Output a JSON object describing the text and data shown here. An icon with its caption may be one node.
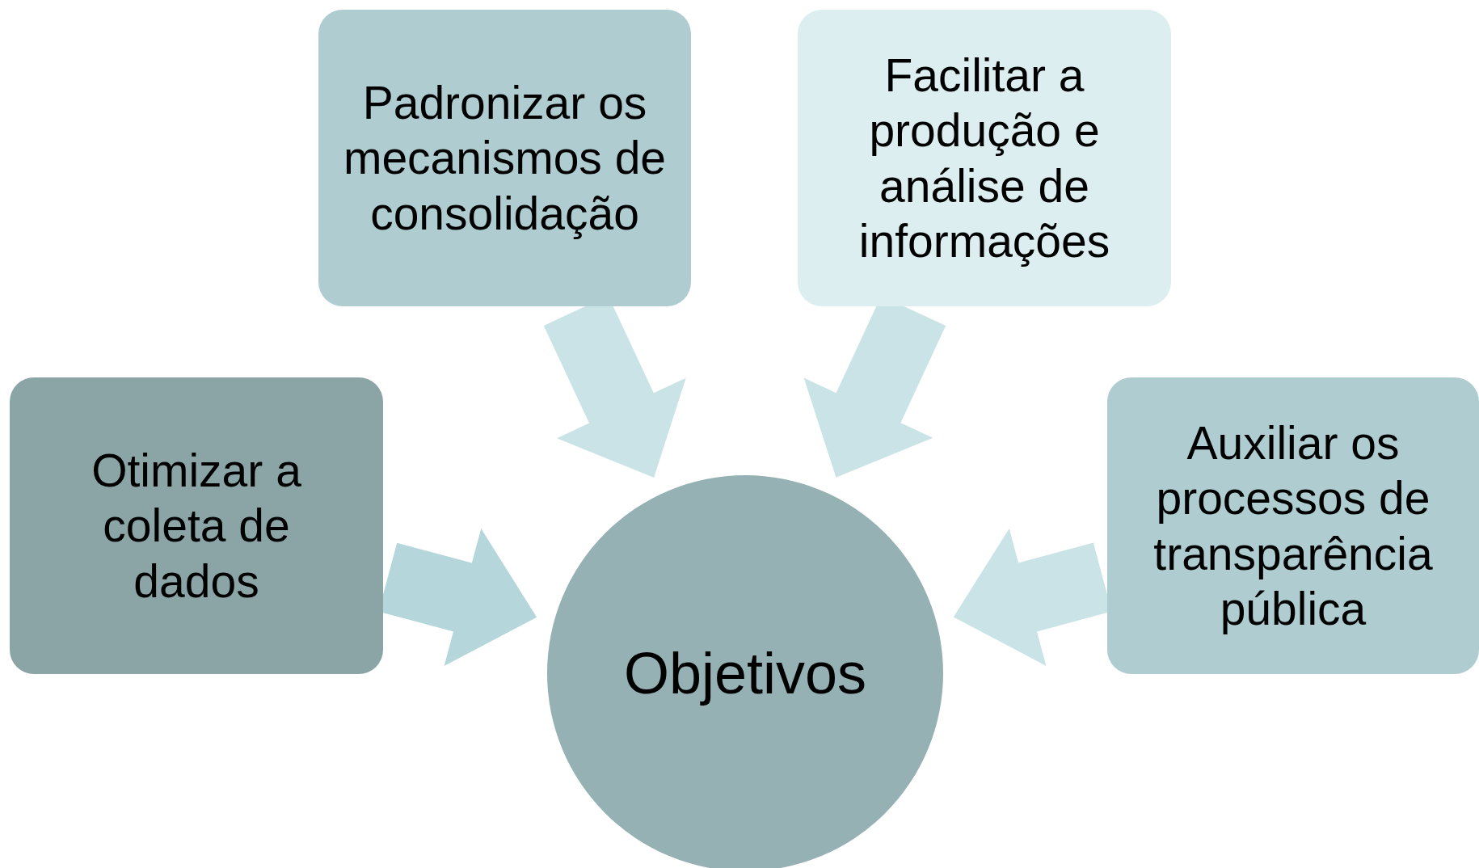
{
  "diagram": {
    "nodes": [
      {
        "text": [
          "Objetivos"
        ]
      },
      {
        "text": [
          "Otimizar a coleta de dados"
        ]
      },
      {
        "text": [
          "Padronizar os mecanismos de consolidação"
        ]
      },
      {
        "text": [
          "Facilitar a produção e análise de informações"
        ]
      },
      {
        "text": [
          "Auxiliar os processos de transparência pública"
        ]
      }
    ],
    "edges": [
      {
        "from": 1,
        "to": 0,
        "arrow": "to",
        "color": "#b5d7db"
      },
      {
        "from": 2,
        "to": 0,
        "arrow": "to",
        "color": "#c9e3e6"
      },
      {
        "from": 3,
        "to": 0,
        "arrow": "to",
        "color": "#c9e3e6"
      },
      {
        "from": 4,
        "to": 0,
        "arrow": "to",
        "color": "#c9e3e6"
      }
    ]
  }
}
